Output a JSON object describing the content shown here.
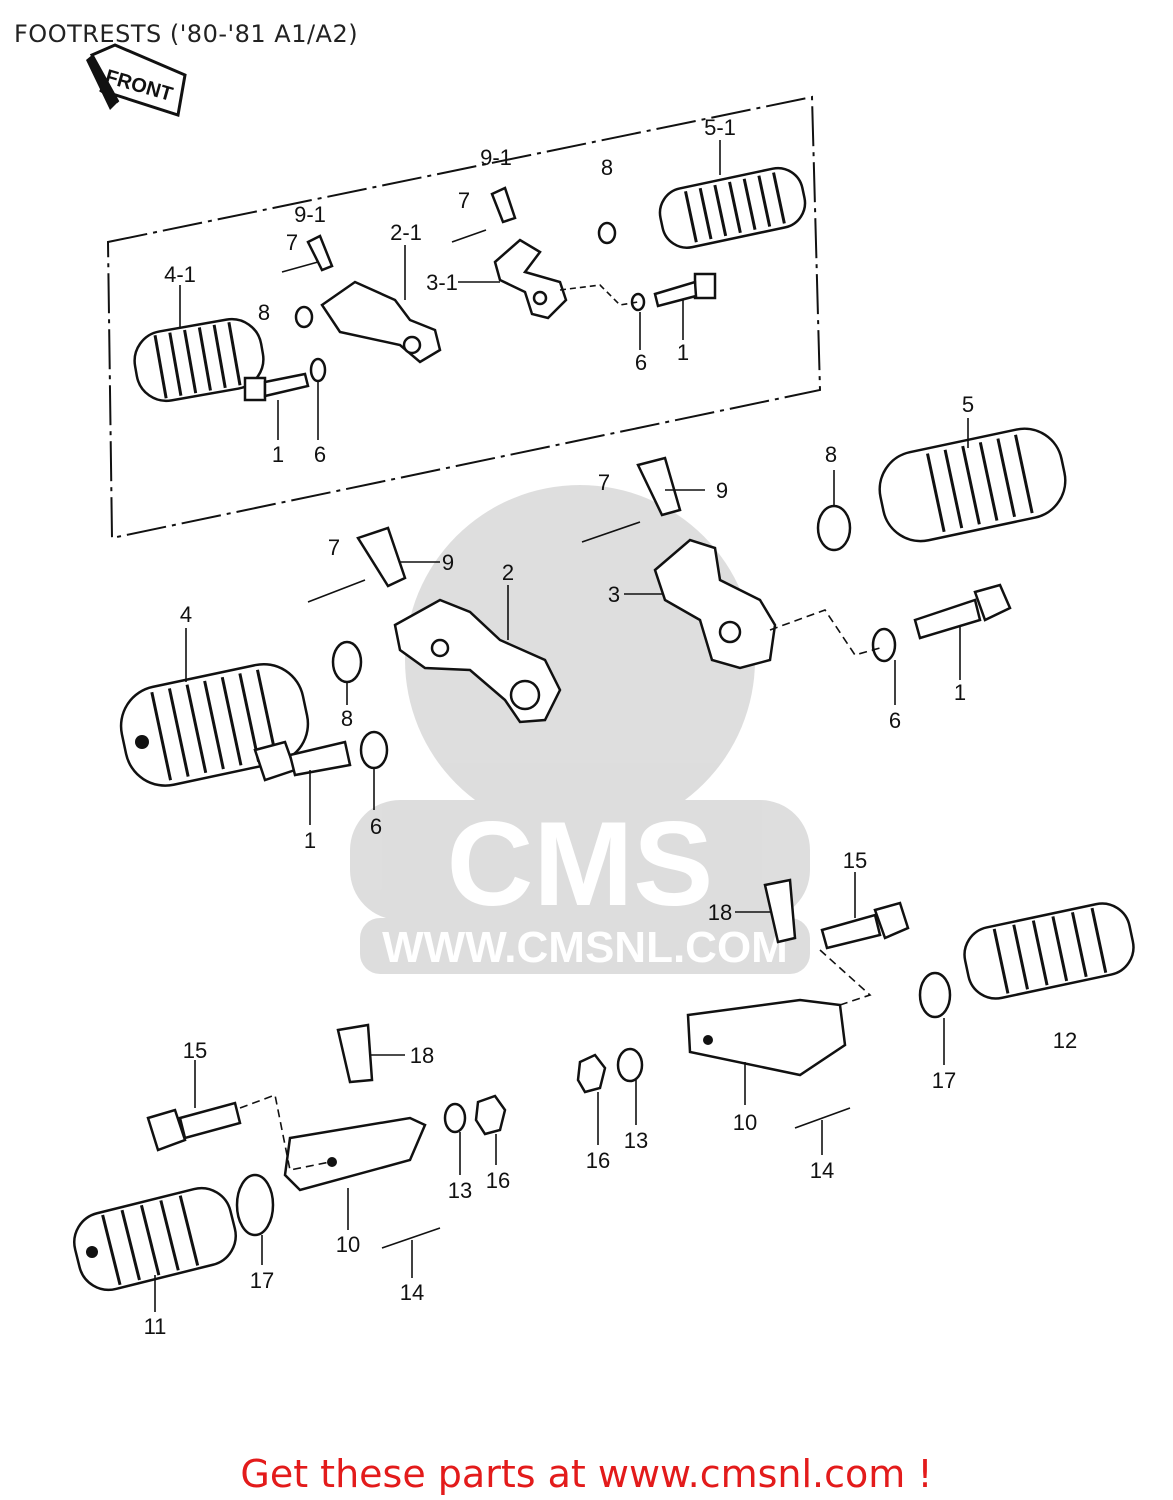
{
  "title": "FOOTRESTS ('80-'81 A1/A2)",
  "front_arrow_text": "FRONT",
  "watermark": {
    "logo_text": "CMS",
    "url_text": "WWW.CMSNL.COM"
  },
  "footer": {
    "text": "Get these parts at www.cmsnl.com !",
    "color": "#e31b1b"
  },
  "callouts": {
    "inset_4_1": "4-1",
    "inset_2_1": "2-1",
    "inset_3_1": "3-1",
    "inset_5_1": "5-1",
    "inset_9_1_left": "9-1",
    "inset_9_1_right": "9-1",
    "inset_7_left": "7",
    "inset_7_right": "7",
    "inset_8_left": "8",
    "inset_8_right": "8",
    "inset_1_left": "1",
    "inset_1_right": "1",
    "inset_6_left": "6",
    "inset_6_right": "6",
    "rear_4": "4",
    "rear_7_left": "7",
    "rear_9_left": "9",
    "rear_2": "2",
    "rear_8_left": "8",
    "rear_1_left": "1",
    "rear_6_left": "6",
    "rear_7_right": "7",
    "rear_9_right": "9",
    "rear_3": "3",
    "rear_8_right": "8",
    "rear_5": "5",
    "rear_6_right": "6",
    "rear_1_right": "1",
    "front_15_right": "15",
    "front_18_right": "18",
    "front_12": "12",
    "front_17_right": "17",
    "front_10_right": "10",
    "front_16_right": "16",
    "front_13_right": "13",
    "front_14_right": "14",
    "front_15_left": "15",
    "front_18_left": "18",
    "front_13_left": "13",
    "front_16_left": "16",
    "front_10_left": "10",
    "front_17_left": "17",
    "front_14_left": "14",
    "front_11": "11"
  }
}
